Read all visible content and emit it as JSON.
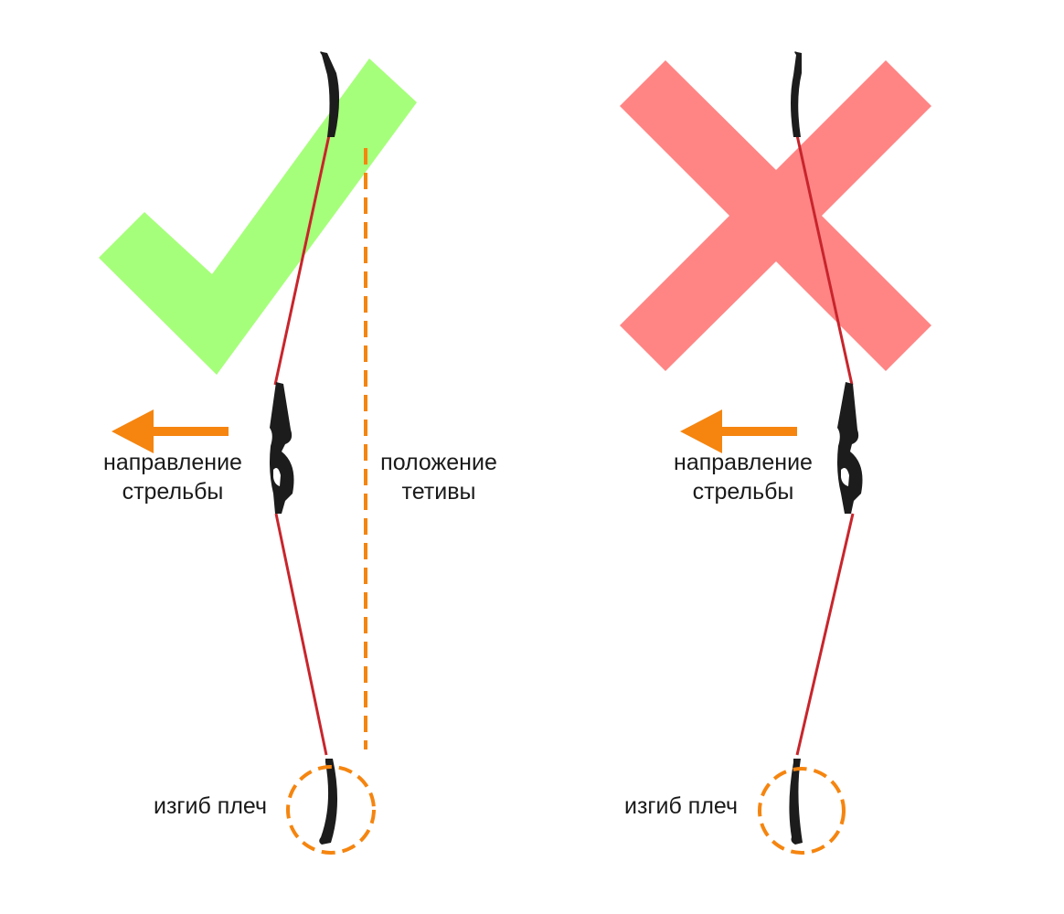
{
  "colors": {
    "correct_mark": "#a6ff7a",
    "wrong_mark": "#ff8585",
    "accent_orange": "#f5850f",
    "bow_string": "#c8252c",
    "bow_limb": "#1c1c1c"
  },
  "correct_panel": {
    "mark": "check-mark",
    "arrow_label": {
      "line1": "направление",
      "line2": "стрельбы"
    },
    "string_label": {
      "line1": "положение",
      "line2": "тетивы"
    },
    "limb_label": "изгиб плеч"
  },
  "wrong_panel": {
    "mark": "x-mark",
    "arrow_label": {
      "line1": "направление",
      "line2": "стрельбы"
    },
    "limb_label": "изгиб плеч"
  }
}
